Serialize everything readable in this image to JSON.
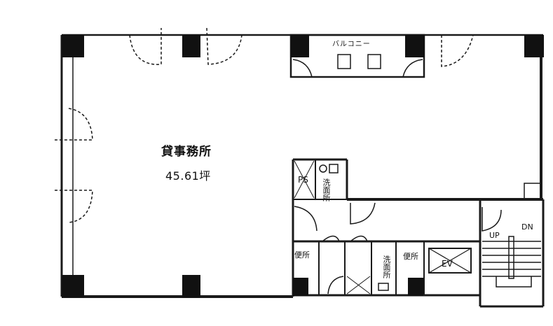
{
  "floor_plan": {
    "main_room": {
      "name": "貸事務所",
      "area": "45.61坪"
    },
    "balcony": {
      "label": "バルコニー"
    },
    "pipe_space": {
      "label": "PS"
    },
    "washrooms": [
      {
        "label": "洗面所"
      },
      {
        "label": "洗面所"
      }
    ],
    "toilets": [
      {
        "label": "便所"
      },
      {
        "label": "便所"
      }
    ],
    "elevator": {
      "label": "EV"
    },
    "stairs": {
      "up_label": "UP",
      "down_label": "DN"
    }
  },
  "colors": {
    "wall": "#111111",
    "background": "#ffffff",
    "line": "#222222"
  }
}
